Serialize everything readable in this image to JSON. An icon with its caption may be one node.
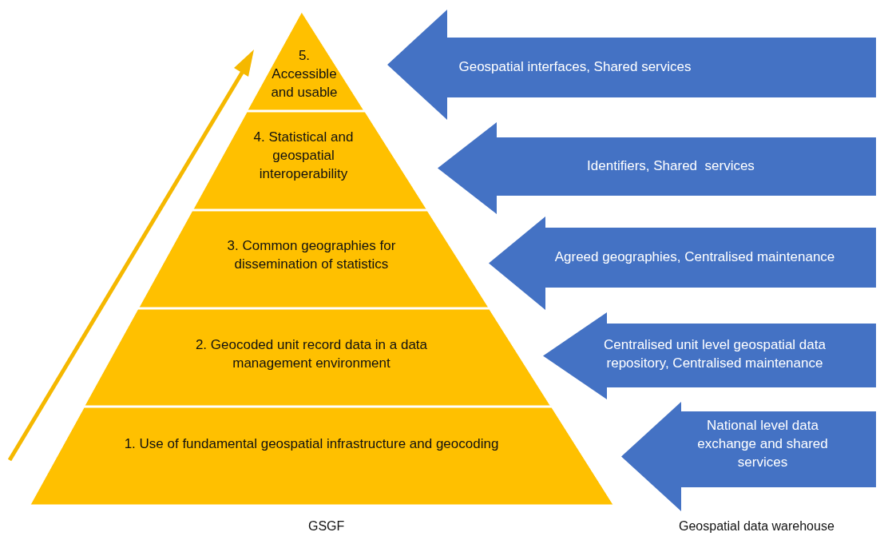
{
  "diagram": {
    "nodes": [
      {
        "text": [
          "5. Accessible and usable"
        ]
      },
      {
        "text": [
          "4. Statistical and geospatial interoperability"
        ]
      },
      {
        "text": [
          "3. Common geographies for dissemination of statistics"
        ]
      },
      {
        "text": [
          "2. Geocoded unit record data in a data management environment"
        ]
      },
      {
        "text": [
          "1. Use of fundamental geospatial infrastructure and geocoding"
        ]
      },
      {
        "text": [
          "Geospatial interfaces, Shared services"
        ]
      },
      {
        "text": [
          "Identifiers, Shared  services"
        ]
      },
      {
        "text": [
          "Agreed geographies, Centralised maintenance"
        ]
      },
      {
        "text": [
          "Centralised unit level geospatial data repository, Centralised maintenance"
        ]
      },
      {
        "text": [
          "National level data exchange and shared services"
        ]
      }
    ],
    "labels": [
      "GSGF",
      "Geospatial data warehouse"
    ]
  }
}
